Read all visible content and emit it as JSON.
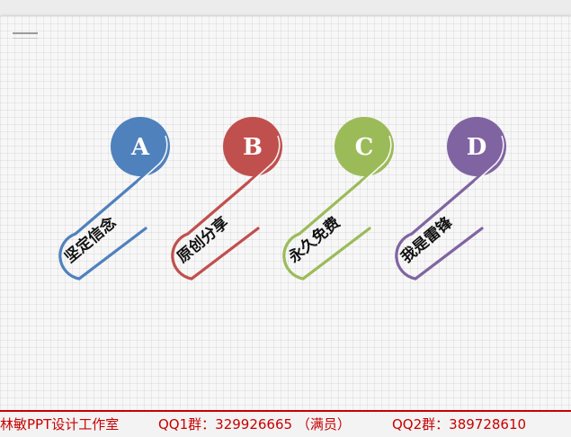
{
  "slide": {
    "items": [
      {
        "letter": "A",
        "label": "坚定信念",
        "color": "#4f81bd"
      },
      {
        "letter": "B",
        "label": "原创分享",
        "color": "#c0504d"
      },
      {
        "letter": "C",
        "label": "永久免费",
        "color": "#9bbb59"
      },
      {
        "letter": "D",
        "label": "我是雷锋",
        "color": "#8064a2"
      }
    ]
  },
  "footer": {
    "studio": "林敏PPT设计工作室",
    "qq1": "QQ1群：329926665 （满员）",
    "qq2": "QQ2群：389728610"
  }
}
